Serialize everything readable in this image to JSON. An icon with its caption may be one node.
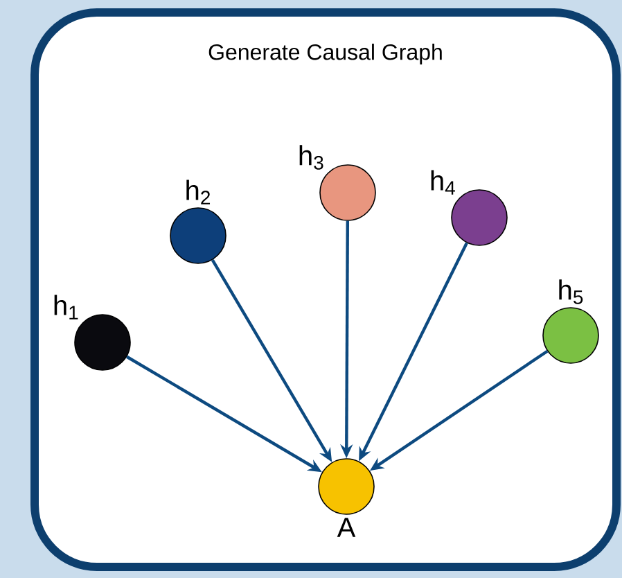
{
  "diagram": {
    "nodes": [
      {
        "text": [
          "Generate Causal Graph"
        ]
      },
      {
        "text": [
          "h$_{1}$"
        ],
        "in": 0
      },
      {
        "text": [
          "h$_{2}$"
        ],
        "in": 0
      },
      {
        "text": [
          "h$_{3}$"
        ],
        "in": 0
      },
      {
        "text": [
          "h$_{4}$"
        ],
        "in": 0
      },
      {
        "text": [
          "h$_{5}$"
        ],
        "in": 0
      },
      {
        "text": [
          "A"
        ],
        "in": 0
      }
    ],
    "edges": [
      {
        "from": 1,
        "to": 6,
        "arrow": "to"
      },
      {
        "from": 2,
        "to": 6,
        "arrow": "to"
      },
      {
        "from": 3,
        "to": 6,
        "arrow": "to"
      },
      {
        "from": 4,
        "to": 6,
        "arrow": "to"
      },
      {
        "from": 5,
        "to": 6,
        "arrow": "to"
      }
    ]
  }
}
